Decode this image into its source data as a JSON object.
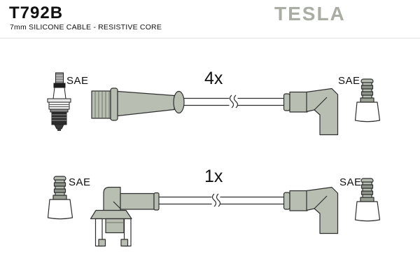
{
  "header": {
    "part_number": "T792B",
    "subtitle": "7mm SILICONE CABLE - RESISTIVE CORE",
    "brand": "TESLA"
  },
  "colors": {
    "brand_gray": "#a9ada3",
    "connector_fill": "#b9beb3",
    "outline": "#2f2f2f"
  },
  "rows": [
    {
      "quantity": "4x",
      "left_label": "SAE",
      "right_label": "SAE",
      "left_icon": "spark-plug",
      "left_connector": "straight-coil-boot",
      "right_connector": "angled-plug-boot",
      "right_icon": "sae-terminal"
    },
    {
      "quantity": "1x",
      "left_label": "SAE",
      "right_label": "SAE",
      "left_icon": "sae-terminal",
      "left_connector": "bracket-coil-boot",
      "right_connector": "angled-plug-boot",
      "right_icon": "sae-terminal"
    }
  ]
}
